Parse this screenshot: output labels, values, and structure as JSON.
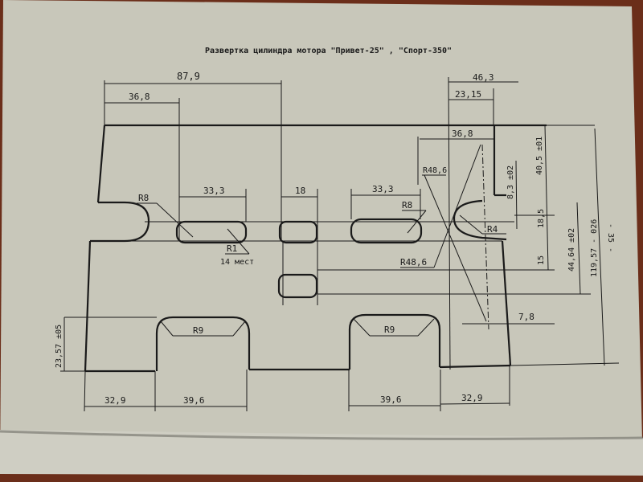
{
  "title": "Развертка цилиндра мотора \"Привет-25\" , \"Спорт-350\"",
  "page_number": "- 35 -",
  "dimensions": {
    "top_total": "87,9",
    "top_left": "36,8",
    "top_right_total": "46,3",
    "top_right_half": "23,15",
    "right_window_width": "36,8",
    "slot_width_left": "33,3",
    "slot_width_mid": "18",
    "slot_width_right": "33,3",
    "bottom_left_offset": "32,9",
    "bottom_left_window": "39,6",
    "bottom_right_window": "39,6",
    "bottom_right_offset": "32,9",
    "left_height": "23,57 ±05",
    "v_8_3": "8,3 ±02",
    "v_40_5": "40,5 ±01",
    "v_18_5": "18,5",
    "v_15": "15",
    "v_44_64": "44,64 ±02",
    "v_119_57": "119,57 - 026",
    "offset_7_8": "7,8"
  },
  "radii": {
    "r8_left": "R8",
    "r1": "R1",
    "r1_note": "14 мест",
    "r8_right": "R8",
    "r48_top": "R48,6",
    "r48_bottom": "R48,6",
    "r4": "R4",
    "r9_left": "R9",
    "r9_right": "R9"
  },
  "colors": {
    "paper": "#c9c8bb",
    "ink": "#1a1a1a",
    "background": "#6b2e1a"
  }
}
